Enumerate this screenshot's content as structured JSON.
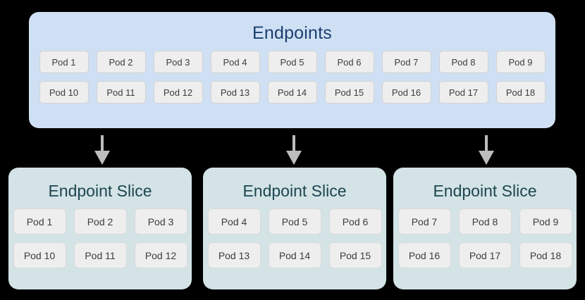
{
  "diagram": {
    "background_color": "#000000",
    "endpoints": {
      "title": "Endpoints",
      "panel_color": "#cfe0f5",
      "title_color": "#1b3f6e",
      "rows": [
        [
          "Pod 1",
          "Pod 2",
          "Pod 3",
          "Pod 4",
          "Pod 5",
          "Pod 6",
          "Pod 7",
          "Pod 8",
          "Pod 9"
        ],
        [
          "Pod 10",
          "Pod 11",
          "Pod 12",
          "Pod 13",
          "Pod 14",
          "Pod 15",
          "Pod 16",
          "Pod 17",
          "Pod 18"
        ]
      ]
    },
    "arrow_color": "#bdbdbd",
    "arrows": [
      {
        "name": "arrow-to-slice-1"
      },
      {
        "name": "arrow-to-slice-2"
      },
      {
        "name": "arrow-to-slice-3"
      }
    ],
    "slices": [
      {
        "title": "Endpoint Slice",
        "panel_color": "#d3e3e6",
        "title_color": "#1d4650",
        "rows": [
          [
            "Pod 1",
            "Pod 2",
            "Pod 3"
          ],
          [
            "Pod 10",
            "Pod 11",
            "Pod 12"
          ]
        ]
      },
      {
        "title": "Endpoint Slice",
        "panel_color": "#d3e3e6",
        "title_color": "#1d4650",
        "rows": [
          [
            "Pod 4",
            "Pod 5",
            "Pod 6"
          ],
          [
            "Pod 13",
            "Pod 14",
            "Pod 15"
          ]
        ]
      },
      {
        "title": "Endpoint Slice",
        "panel_color": "#d3e3e6",
        "title_color": "#1d4650",
        "rows": [
          [
            "Pod 7",
            "Pod 8",
            "Pod 9"
          ],
          [
            "Pod 16",
            "Pod 17",
            "Pod 18"
          ]
        ]
      }
    ]
  }
}
